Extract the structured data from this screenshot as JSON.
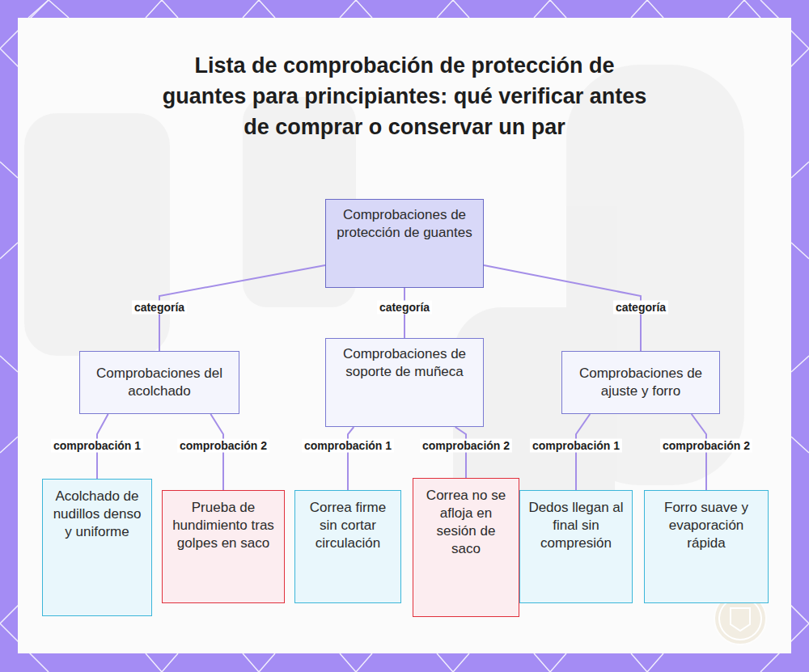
{
  "diagram": {
    "title": "Lista de comprobación de protección de guantes para principiantes: qué verificar antes de comprar o conservar un par",
    "nodes": [
      {
        "text": [
          "Comprobaciones de protección de guantes"
        ]
      },
      {
        "text": [
          "Comprobaciones del acolchado"
        ]
      },
      {
        "text": [
          "Comprobaciones de soporte de muñeca"
        ]
      },
      {
        "text": [
          "Comprobaciones de ajuste y forro"
        ]
      },
      {
        "text": [
          "Acolchado de nudillos denso y uniforme"
        ]
      },
      {
        "text": [
          "Prueba de hundimiento tras golpes en saco"
        ]
      },
      {
        "text": [
          "Correa firme sin cortar circulación"
        ]
      },
      {
        "text": [
          "Correa no se afloja en sesión de saco"
        ]
      },
      {
        "text": [
          "Dedos llegan al final sin compresión"
        ]
      },
      {
        "text": [
          "Forro suave y evaporación rápida"
        ]
      }
    ],
    "edges": [
      {
        "from": 0,
        "to": 1,
        "label": "categoría",
        "arrow": "none"
      },
      {
        "from": 0,
        "to": 2,
        "label": "categoría",
        "arrow": "none"
      },
      {
        "from": 0,
        "to": 3,
        "label": "categoría",
        "arrow": "none"
      },
      {
        "from": 1,
        "to": 4,
        "label": "comprobación 1",
        "arrow": "none"
      },
      {
        "from": 1,
        "to": 5,
        "label": "comprobación 2",
        "arrow": "none"
      },
      {
        "from": 2,
        "to": 6,
        "label": "comprobación 1",
        "arrow": "none"
      },
      {
        "from": 2,
        "to": 7,
        "label": "comprobación 2",
        "arrow": "none"
      },
      {
        "from": 3,
        "to": 8,
        "label": "comprobación 1",
        "arrow": "none"
      },
      {
        "from": 3,
        "to": 9,
        "label": "comprobación 2",
        "arrow": "none"
      }
    ]
  }
}
